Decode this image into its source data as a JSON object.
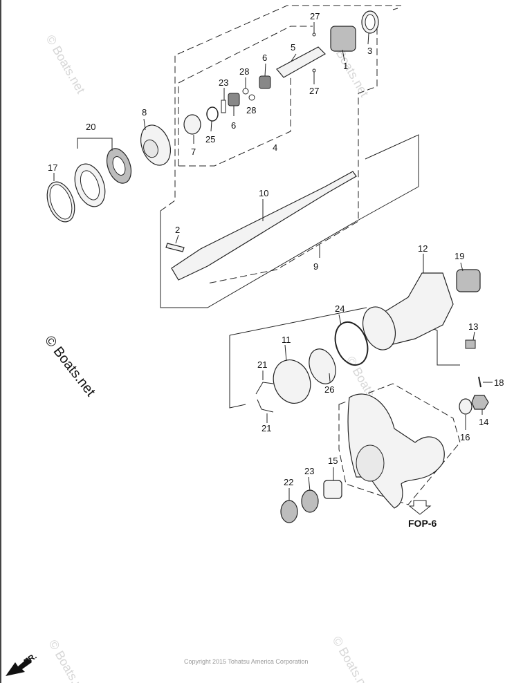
{
  "callouts": [
    "1",
    "2",
    "3",
    "4",
    "5",
    "6",
    "6",
    "7",
    "8",
    "9",
    "10",
    "11",
    "12",
    "13",
    "14",
    "15",
    "16",
    "17",
    "18",
    "19",
    "20",
    "21",
    "21",
    "22",
    "23",
    "23",
    "24",
    "25",
    "26",
    "27",
    "27",
    "28",
    "28"
  ],
  "watermarks": {
    "dark": "© Boats.net",
    "light": "© Boats.net"
  },
  "reference": "FOP-6",
  "front_marker": "FR.",
  "copyright": "Copyright 2015 Tohatsu America Corporation"
}
